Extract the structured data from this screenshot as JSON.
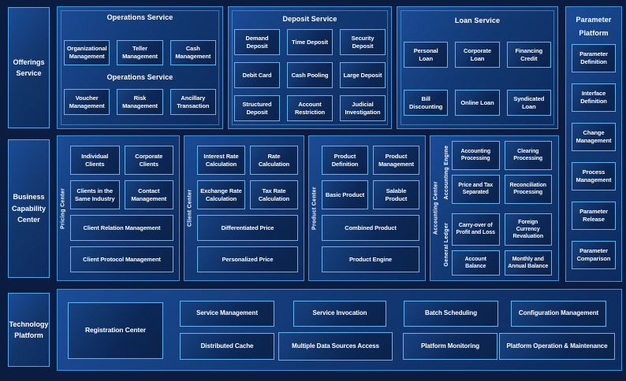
{
  "colors": {
    "background": "#0a1d40",
    "panel_fill": "#133a75",
    "panel_border": "#3e96dd",
    "box_fill": "#0c2858",
    "box_border": "#5fb6f2",
    "text": "#ffffff"
  },
  "offerings": {
    "label": "Offerings Service",
    "operations": {
      "title": "Operations Service",
      "subtitle": "Operations Service",
      "row1": [
        "Organizational Management",
        "Teller Management",
        "Cash Management"
      ],
      "row2": [
        "Voucher Management",
        "Risk Management",
        "Ancillary Transaction"
      ]
    },
    "deposit": {
      "title": "Deposit Service",
      "rows": [
        [
          "Demand Deposit",
          "Time Deposit",
          "Security Deposit"
        ],
        [
          "Debit Card",
          "Cash Pooling",
          "Large Deposit"
        ],
        [
          "Structured Deposit",
          "Account Restriction",
          "Judicial Investigation"
        ]
      ]
    },
    "loan": {
      "title": "Loan Service",
      "rows": [
        [
          "Personal Loan",
          "Corporate Loan",
          "Financing Credit"
        ],
        [
          "Bill Discounting",
          "Online Loan",
          "Syndicated Loan"
        ]
      ]
    }
  },
  "parameter_platform": {
    "title": "Parameter Platform",
    "items": [
      "Parameter Definition",
      "Interface Definition",
      "Change Management",
      "Process Management",
      "Parameter Release",
      "Parameter Comparison"
    ]
  },
  "business": {
    "label": "Business Capability Center",
    "pricing_center": {
      "label": "Pricing Center",
      "row1": [
        "Individual Clients",
        "Corporate Clients"
      ],
      "row2": [
        "Clients in the Same Industry",
        "Contact Management"
      ],
      "wide": [
        "Client Relation Management",
        "Client Protocol Management"
      ]
    },
    "client_center": {
      "label": "Client Center",
      "row1": [
        "Interest Rate Calculation",
        "Rate Calculation"
      ],
      "row2": [
        "Exchange Rate Calculation",
        "Tax Rate Calculation"
      ],
      "wide": [
        "Differentiated Price",
        "Personalized Price"
      ]
    },
    "product_center": {
      "label": "Product Center",
      "row1": [
        "Product Definition",
        "Product Management"
      ],
      "row2": [
        "Basic Product",
        "Salable Product"
      ],
      "wide": [
        "Combined Product",
        "Product Engine"
      ]
    },
    "accounting_center": {
      "label": "Accounting Center",
      "groups": [
        {
          "label": "Accounting Engine",
          "rows": [
            [
              "Accounting Processing",
              "Clearing Processing"
            ],
            [
              "Price and Tax Separated",
              "Reconciliation Processing"
            ]
          ]
        },
        {
          "label": "General Ledger",
          "rows": [
            [
              "Carry-over of Profit and Loss",
              "Foreign Currency Revaluation"
            ],
            [
              "Account Balance",
              "Monthly and Annual Balance"
            ]
          ]
        }
      ]
    }
  },
  "technology": {
    "label": "Technology Platform",
    "registration": "Registration Center",
    "row1": [
      "Service Management",
      "Service Invocation",
      "Batch Scheduling",
      "Configuration Management"
    ],
    "row2": [
      "Distributed Cache",
      "Multiple Data Sources Access",
      "Platform Monitoring",
      "Platform Operation & Maintenance"
    ]
  }
}
